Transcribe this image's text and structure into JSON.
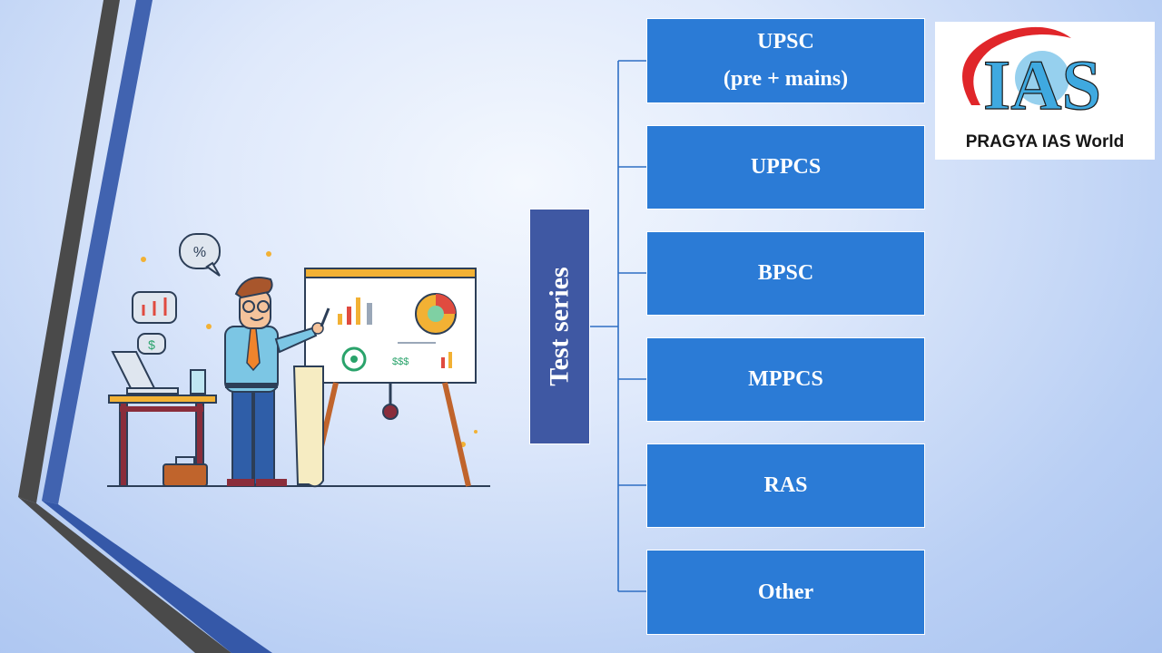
{
  "diagram": {
    "root": {
      "label": "Test series"
    },
    "branches": [
      {
        "label": "UPSC",
        "sublabel": "(pre + mains)"
      },
      {
        "label": "UPPCS"
      },
      {
        "label": "BPSC"
      },
      {
        "label": "MPPCS"
      },
      {
        "label": "RAS"
      },
      {
        "label": "Other"
      }
    ]
  },
  "logo": {
    "mark_text": "IAS",
    "caption": "PRAGYA IAS World"
  },
  "illustration": {
    "percent_symbol": "%",
    "dollar_symbol": "$",
    "money_symbol": "$$$"
  },
  "colors": {
    "background": "#c9daf7",
    "root_box": "#3f58a3",
    "node_box": "#2b7bd6",
    "connector": "#2e6fc4",
    "stripe_dark": "#4a4a4a",
    "stripe_blue": "#4163b0"
  }
}
